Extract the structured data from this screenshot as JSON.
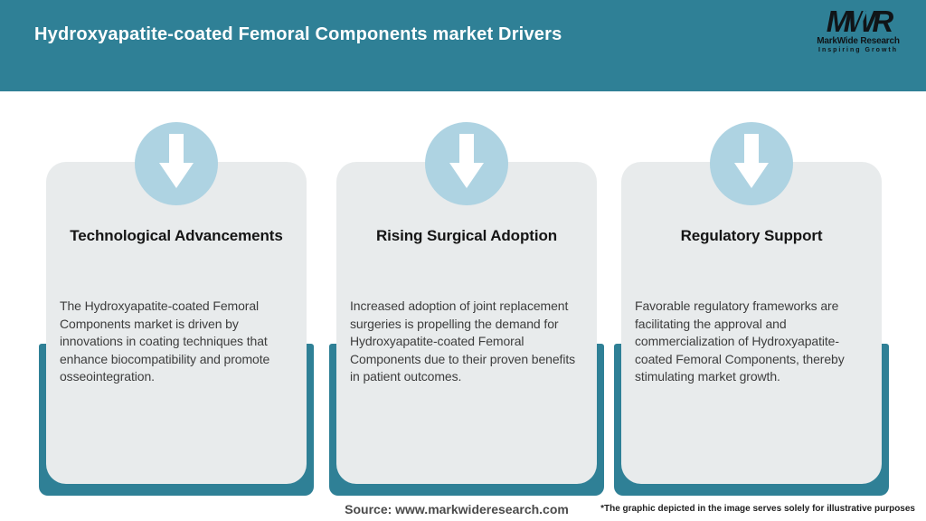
{
  "header": {
    "title": "Hydroxyapatite-coated Femoral Components market Drivers",
    "logo": {
      "monogram": "MWR",
      "name": "MarkWide Research",
      "tagline": "Inspiring Growth"
    }
  },
  "cards": [
    {
      "icon": "arrow-down-icon",
      "title": "Technological Advancements",
      "body": "The Hydroxyapatite-coated Femoral Components market is driven by innovations in coating techniques that enhance biocompatibility and promote osseointegration."
    },
    {
      "icon": "arrow-down-icon",
      "title": "Rising Surgical Adoption",
      "body": "Increased adoption of joint replacement surgeries is propelling the demand for Hydroxyapatite-coated Femoral Components due to their proven benefits in patient outcomes."
    },
    {
      "icon": "arrow-down-icon",
      "title": "Regulatory Support",
      "body": "Favorable regulatory frameworks are facilitating the approval and commercialization of Hydroxyapatite-coated Femoral Components, thereby stimulating market growth."
    }
  ],
  "footer": {
    "source": "Source: www.markwideresearch.com",
    "disclaimer": "*The graphic depicted in the image serves solely for illustrative purposes"
  },
  "colors": {
    "header_teal": "#2f8096",
    "panel_teal": "#2f8096",
    "card_gray": "#e8ebec",
    "icon_circle_blue": "#aed3e2",
    "arrow_white": "#ffffff"
  }
}
